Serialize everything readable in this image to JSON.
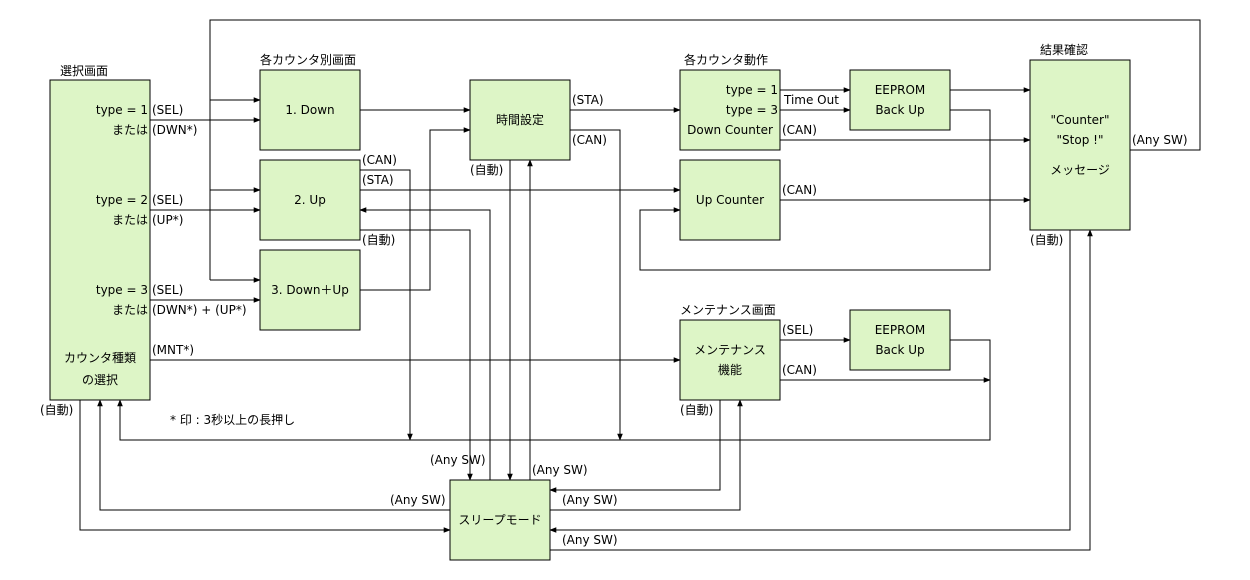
{
  "headers": {
    "select": "選択画面",
    "per_counter": "各カウンタ別画面",
    "counter_action": "各カウンタ動作",
    "result": "結果確認",
    "maintenance": "メンテナンス画面"
  },
  "boxes": {
    "select": {
      "line1": "カウンタ種類",
      "line2": "の選択"
    },
    "down": "1. Down",
    "up": "2. Up",
    "downup": "3. Down＋Up",
    "time_setting": "時間設定",
    "down_counter": {
      "line1": "type = 1",
      "line2": "type = 3",
      "line3": "Down Counter"
    },
    "up_counter": "Up Counter",
    "eeprom1": {
      "line1": "EEPROM",
      "line2": "Back Up"
    },
    "eeprom2": {
      "line1": "EEPROM",
      "line2": "Back Up"
    },
    "result": {
      "line1": "\"Counter\"",
      "line2": "\"Stop !\"",
      "line3": "メッセージ"
    },
    "maintenance": {
      "line1": "メンテナンス",
      "line2": "機能"
    },
    "sleep": "スリープモード"
  },
  "labels": {
    "type1": "type = 1",
    "or1": "または",
    "sel1": "(SEL)",
    "dwn1": "(DWN*)",
    "type2": "type = 2",
    "or2": "または",
    "sel2": "(SEL)",
    "up2": "(UP*)",
    "type3": "type = 3",
    "or3": "または",
    "sel3": "(SEL)",
    "dwnup3": "(DWN*) + (UP*)",
    "mnt": "(MNT*)",
    "auto_select": "(自動)",
    "footnote": "* 印 : 3秒以上の長押し",
    "up_can": "(CAN)",
    "up_sta": "(STA)",
    "up_auto": "(自動)",
    "time_sta": "(STA)",
    "time_can": "(CAN)",
    "time_auto": "(自動)",
    "timeout": "Time Out",
    "dc_can": "(CAN)",
    "uc_can": "(CAN)",
    "anysw_result": "(Any SW)",
    "auto_result": "(自動)",
    "maint_sel": "(SEL)",
    "maint_can": "(CAN)",
    "maint_auto": "(自動)",
    "anysw_left": "(Any SW)",
    "anysw_mid": "(Any SW)",
    "anysw_sel": "(Any SW)",
    "anysw_sleep_r1": "(Any SW)",
    "anysw_sleep_r2": "(Any SW)"
  },
  "colors": {
    "box_fill": "#ddf5c6",
    "line": "#000000"
  }
}
